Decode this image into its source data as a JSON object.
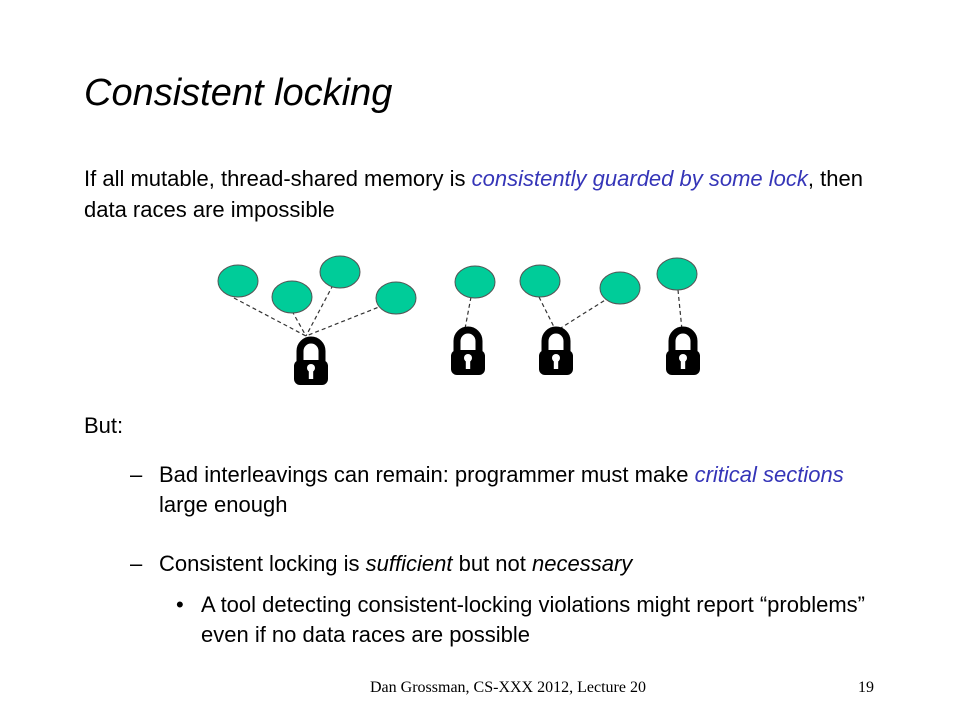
{
  "slide": {
    "title": "Consistent locking",
    "intro": {
      "before": "If all mutable, thread-shared memory is ",
      "highlight": "consistently guarded by some lock",
      "after": ", then data races are impossible"
    },
    "but_label": "But:",
    "points": [
      {
        "mark": "–",
        "text_before": "Bad interleavings can remain: programmer must make ",
        "highlight": "critical sections",
        "text_after": "  large enough"
      },
      {
        "mark": "–",
        "part1": "Consistent locking is ",
        "emph1": "sufficient",
        "part2": "  but not ",
        "emph2": "necessary"
      }
    ],
    "subpoint": {
      "mark": "•",
      "text": "A tool detecting consistent-locking violations might report “problems” even if no data races are possible"
    },
    "footer": "Dan Grossman, CS-XXX 2012, Lecture 20",
    "page_number": "19"
  },
  "colors": {
    "highlight": "#3535b8",
    "memory_node_fill": "#00cc99",
    "lock_fill": "#000000"
  },
  "icons": {
    "memory": "ellipse",
    "lock": "padlock-icon"
  }
}
